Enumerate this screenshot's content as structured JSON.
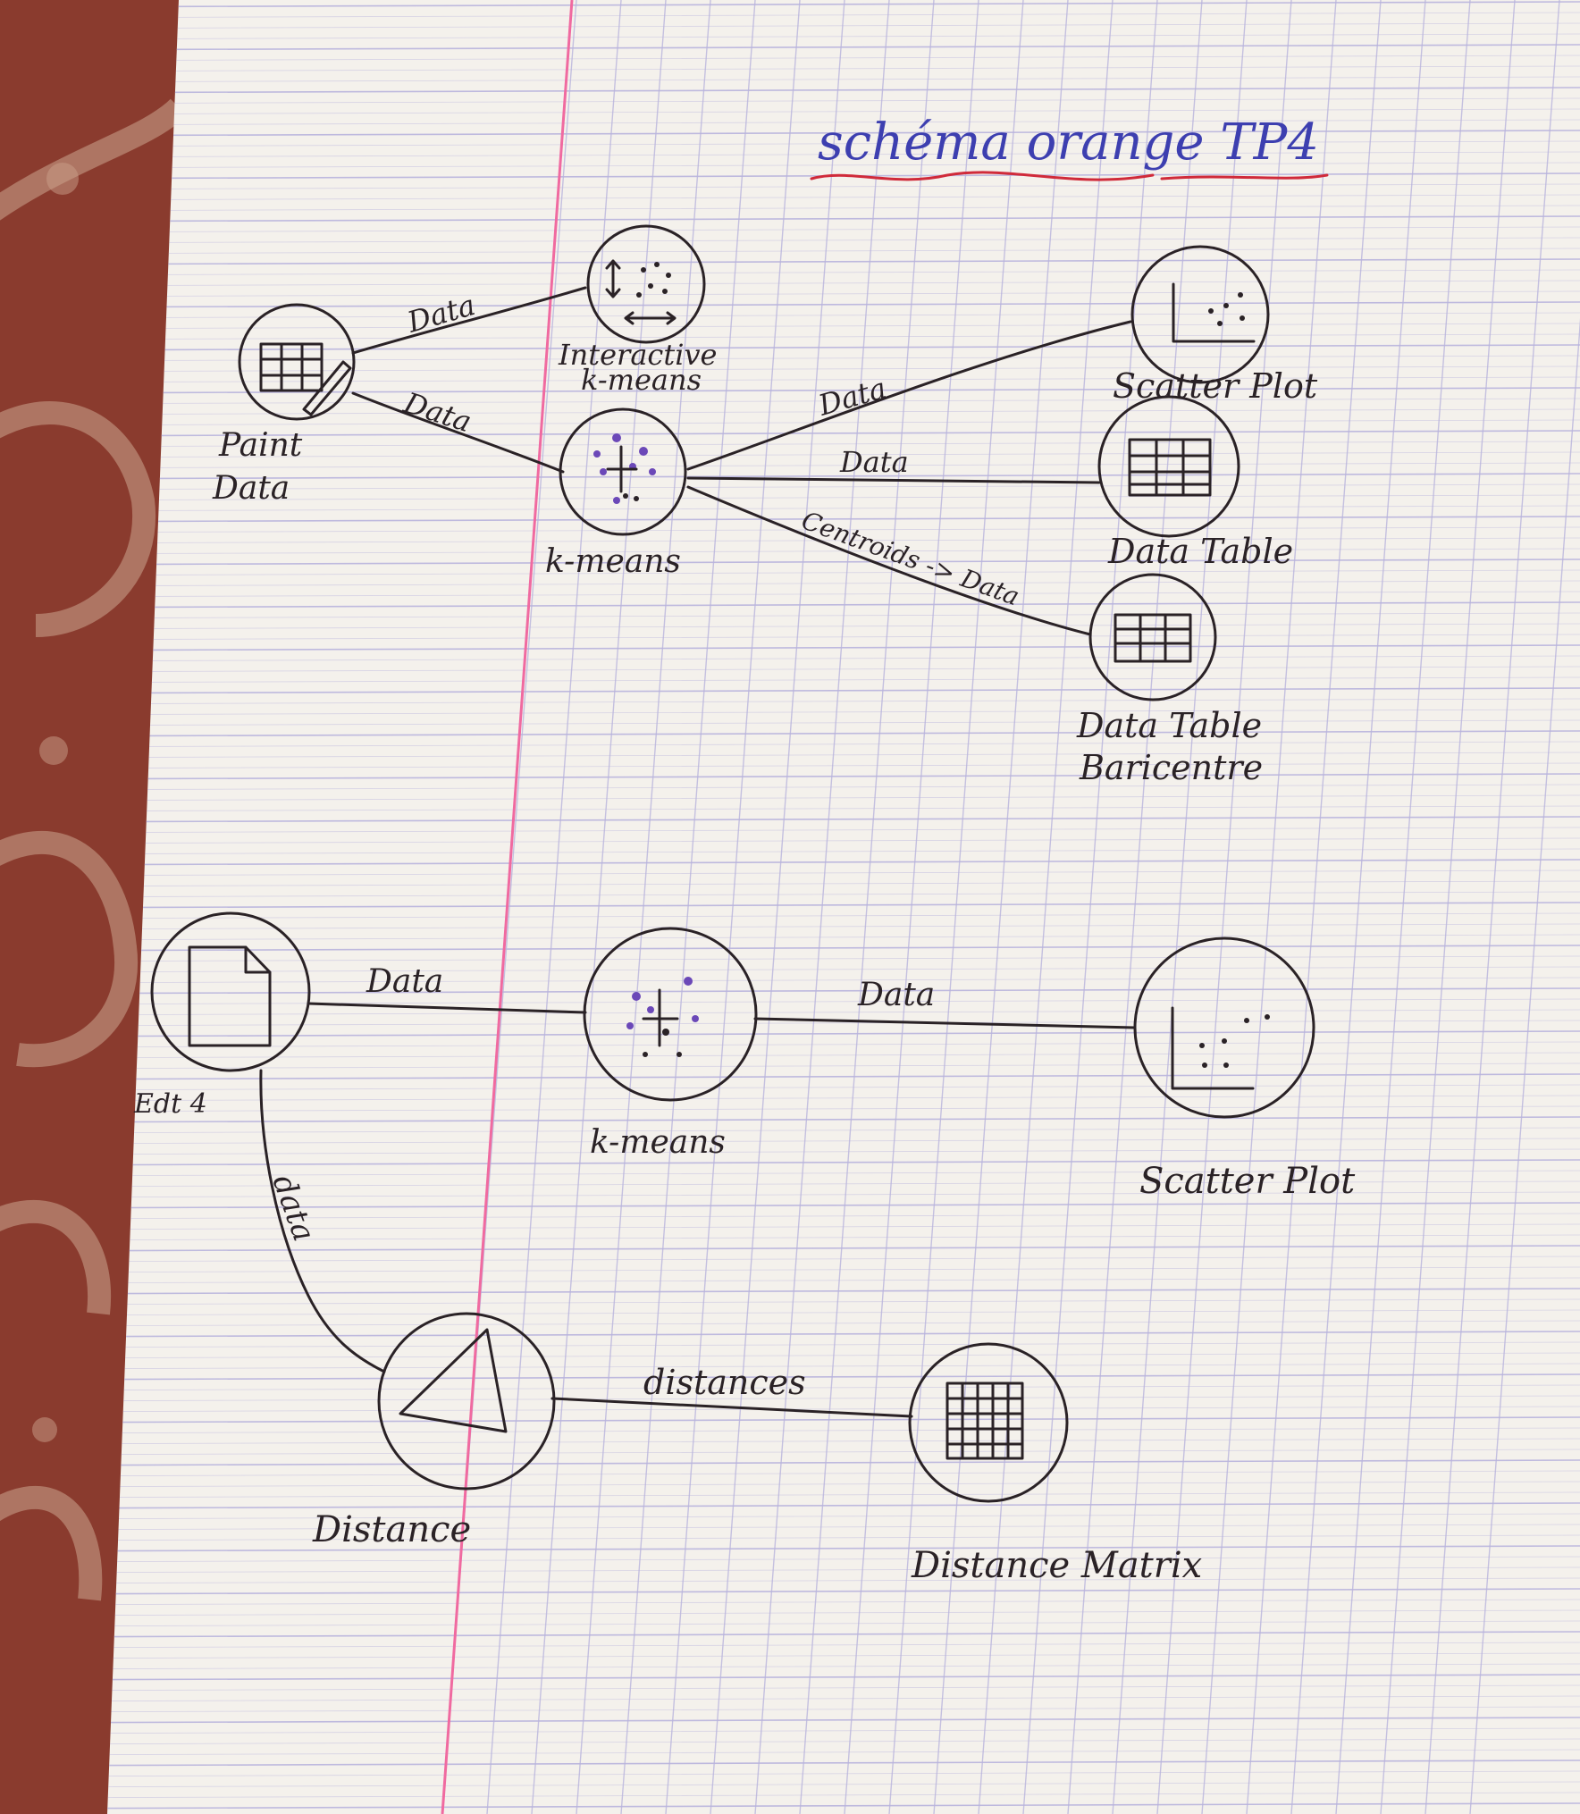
{
  "title": "schéma orange TP4",
  "colors": {
    "ink": "#2a2226",
    "title_ink": "#3d3fb0",
    "underline": "#d02a3a",
    "margin_line": "#f06aa0",
    "grid_line": "#b9b4dd",
    "paper": "#f4f1ec",
    "tablecloth": "#8a3b2e"
  },
  "workflow1": {
    "nodes": {
      "paint_data": {
        "label_line1": "Paint",
        "label_line2": "Data",
        "icon": "table-pencil-icon"
      },
      "interactive_kmeans": {
        "label_line1": "Interactive",
        "label_line2": "k-means",
        "icon": "interactive-kmeans-icon"
      },
      "kmeans": {
        "label": "k-means",
        "icon": "kmeans-clusters-icon"
      },
      "scatter_plot": {
        "label": "Scatter Plot",
        "icon": "scatter-plot-icon"
      },
      "data_table": {
        "label": "Data Table",
        "icon": "data-table-icon"
      },
      "data_table_barycentre": {
        "label_line1": "Data Table",
        "label_line2": "Baricentre",
        "icon": "data-table-icon"
      }
    },
    "edges": {
      "paint_to_interactive": "Data",
      "paint_to_kmeans": "Data",
      "kmeans_to_scatter": "Data",
      "kmeans_to_table": "Data",
      "kmeans_to_barycentre": "Centroids -> Data"
    }
  },
  "workflow2": {
    "nodes": {
      "file": {
        "label": "Edt 4",
        "icon": "file-icon"
      },
      "kmeans": {
        "label": "k-means",
        "icon": "kmeans-clusters-icon"
      },
      "scatter_plot": {
        "label": "Scatter Plot",
        "icon": "scatter-plot-icon"
      },
      "distance": {
        "label": "Distance",
        "icon": "triangle-icon"
      },
      "distance_matrix": {
        "label": "Distance Matrix",
        "icon": "grid-matrix-icon"
      }
    },
    "edges": {
      "file_to_kmeans": "Data",
      "kmeans_to_scatter": "Data",
      "file_to_distance": "data",
      "distance_to_matrix": "distances"
    }
  }
}
